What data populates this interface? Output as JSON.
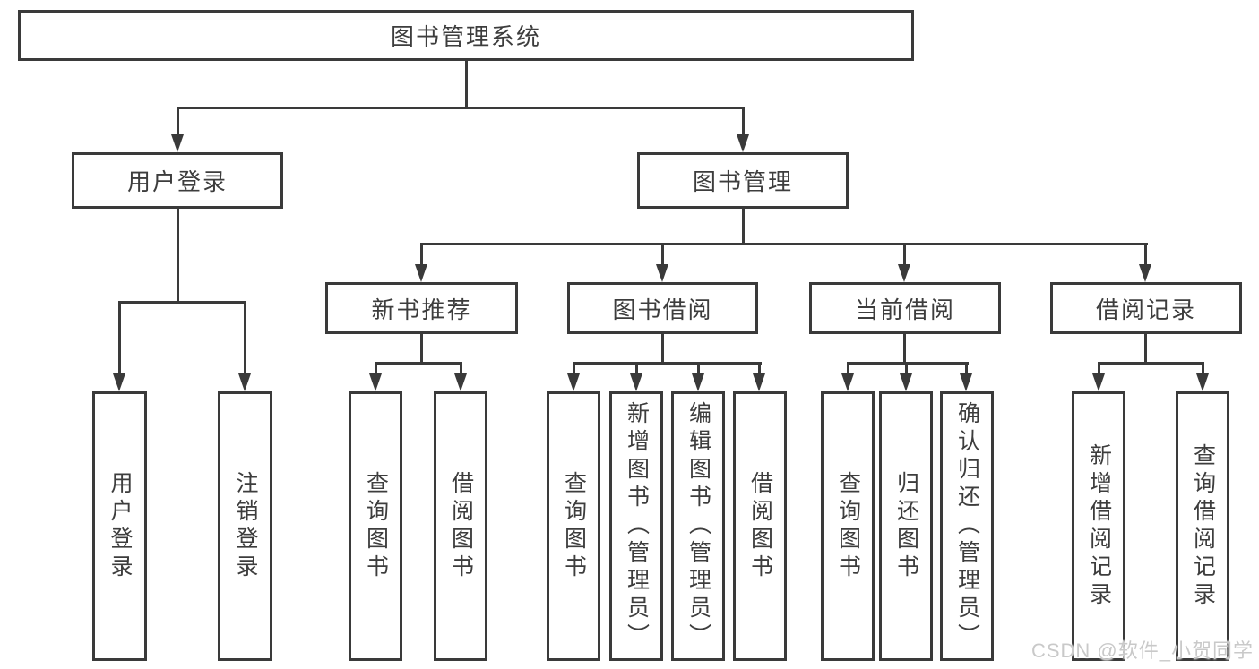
{
  "diagram": {
    "title": "图书管理系统",
    "root": {
      "label": "图书管理系统"
    },
    "branches": [
      {
        "label": "用户登录",
        "children": [
          {
            "label": "用户登录"
          },
          {
            "label": "注销登录"
          }
        ]
      },
      {
        "label": "图书管理",
        "children": [
          {
            "label": "新书推荐",
            "children": [
              {
                "label": "查询图书"
              },
              {
                "label": "借阅图书"
              }
            ]
          },
          {
            "label": "图书借阅",
            "children": [
              {
                "label": "查询图书"
              },
              {
                "label": "新增图书（管理员）"
              },
              {
                "label": "编辑图书（管理员）"
              },
              {
                "label": "借阅图书"
              }
            ]
          },
          {
            "label": "当前借阅",
            "children": [
              {
                "label": "查询图书"
              },
              {
                "label": "归还图书"
              },
              {
                "label": "确认归还（管理员）"
              }
            ]
          },
          {
            "label": "借阅记录",
            "children": [
              {
                "label": "新增借阅记录"
              },
              {
                "label": "查询借阅记录"
              }
            ]
          }
        ]
      }
    ]
  },
  "watermark": {
    "text": "CSDN @软件_小贺同学"
  },
  "colors": {
    "line": "#3a3a3a",
    "text": "#3d3d3d",
    "background": "#ffffff",
    "watermark": "#c9c9c9"
  }
}
